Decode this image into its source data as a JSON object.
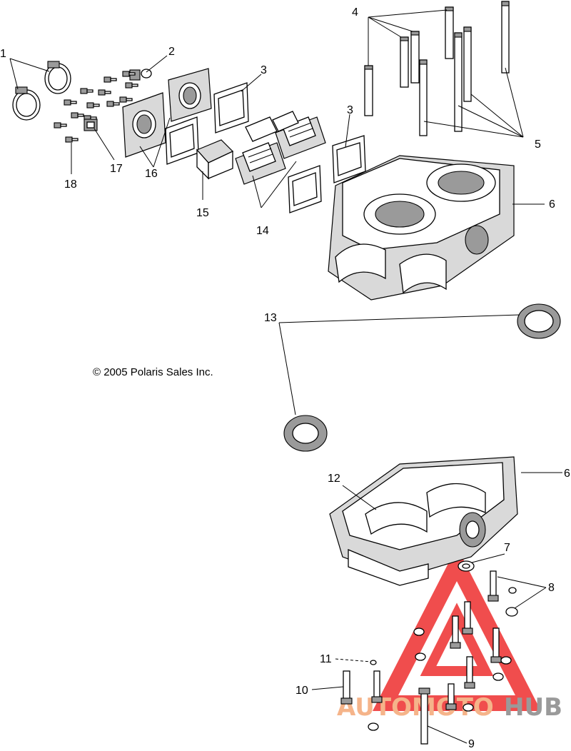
{
  "copyright": "© 2005 Polaris Sales Inc.",
  "watermark": {
    "text_a": "AUTOMOTO",
    "text_b": "HUB",
    "color_a": "#f5b48a",
    "color_b": "#9a9a9a",
    "logo_color": "#ee2f2f"
  },
  "callouts": {
    "c1": "1",
    "c2": "2",
    "c3a": "3",
    "c3b": "3",
    "c4": "4",
    "c5": "5",
    "c6a": "6",
    "c6b": "6",
    "c7": "7",
    "c8": "8",
    "c9": "9",
    "c10": "10",
    "c11": "11",
    "c12": "12",
    "c13": "13",
    "c14": "14",
    "c15": "15",
    "c16": "16",
    "c17": "17",
    "c18": "18"
  },
  "colors": {
    "line": "#000000",
    "shade": "#d9d9d9",
    "dark": "#9a9a9a",
    "background": "#ffffff"
  }
}
